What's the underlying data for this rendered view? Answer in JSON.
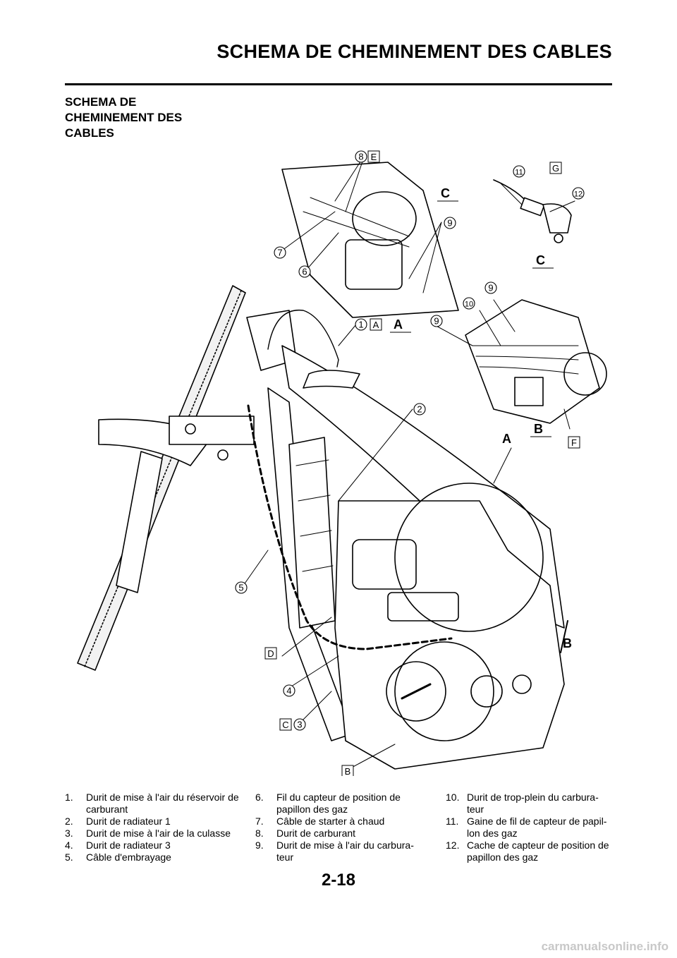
{
  "header": {
    "title": "SCHEMA DE CHEMINEMENT DES CABLES"
  },
  "section": {
    "title_lines": [
      "SCHEMA DE",
      "CHEMINEMENT DES",
      "CABLES"
    ]
  },
  "callouts": [
    "1",
    "2",
    "3",
    "4",
    "5",
    "6",
    "7",
    "8",
    "9",
    "10",
    "11",
    "12"
  ],
  "letters": [
    "A",
    "B",
    "C",
    "D",
    "E",
    "F",
    "G"
  ],
  "legend": [
    {
      "num": "1.",
      "text": "Durit de mise à l'air du réservoir de carburant"
    },
    {
      "num": "2.",
      "text": "Durit de radiateur 1"
    },
    {
      "num": "3.",
      "text": "Durit de mise à l'air de la culasse"
    },
    {
      "num": "4.",
      "text": "Durit de radiateur 3"
    },
    {
      "num": "5.",
      "text": "Câble d'embrayage"
    },
    {
      "num": "6.",
      "text": "Fil du capteur de position de papillon des gaz"
    },
    {
      "num": "7.",
      "text": "Câble de starter à chaud"
    },
    {
      "num": "8.",
      "text": "Durit de carburant"
    },
    {
      "num": "9.",
      "text": "Durit de mise à l'air du carbura-teur"
    },
    {
      "num": "10.",
      "text": "Durit de trop-plein du carbura-teur"
    },
    {
      "num": "11.",
      "text": "Gaine de fil de capteur de papil-lon des gaz"
    },
    {
      "num": "12.",
      "text": "Cache de capteur de position de papillon des gaz"
    }
  ],
  "page_number": "2-18",
  "watermark": "carmanualsonline.info"
}
